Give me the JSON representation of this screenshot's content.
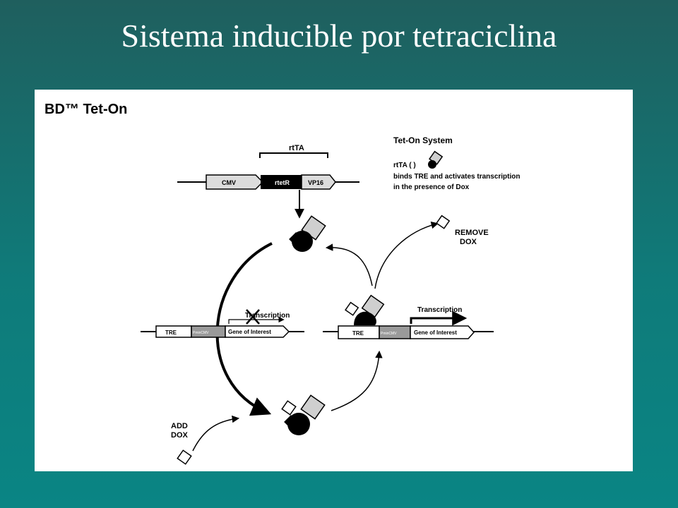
{
  "slide": {
    "title": "Sistema inducible por tetraciclina"
  },
  "figure": {
    "heading": "BD™ Tet-On",
    "legend": {
      "title": "Tet-On System",
      "line1": "rtTA  (      )",
      "line2": "binds TRE and activates transcription",
      "line3": "in the presence of Dox"
    },
    "construct": {
      "bracket_label": "rtTA",
      "promoter": "CMV",
      "tetr": "rtetR",
      "vp16": "VP16"
    },
    "left_gene": {
      "tre": "TRE",
      "pmin": "PminCMV",
      "gene": "Gene of Interest",
      "transcription": "Transcription"
    },
    "right_gene": {
      "tre": "TRE",
      "pmin": "PminCMV",
      "gene": "Gene of Interest",
      "transcription": "Transcription"
    },
    "labels": {
      "remove": "REMOVE",
      "remove_dox": "DOX",
      "add": "ADD",
      "add_dox": "DOX"
    }
  },
  "colors": {
    "background_top": "#1f5f5e",
    "background_bottom": "#0a8584",
    "figure_bg": "#ffffff",
    "ink": "#000000",
    "gray_shape": "#cfcfcf"
  }
}
